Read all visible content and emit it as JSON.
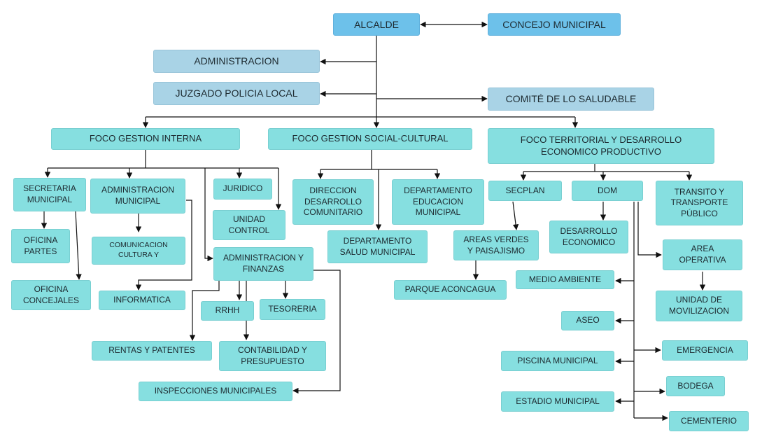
{
  "nodes": {
    "alcalde": "ALCALDE",
    "concejo": "CONCEJO MUNICIPAL",
    "administracion": "ADMINISTRACION",
    "juzgado": "JUZGADO POLICIA LOCAL",
    "comite": "COMITÉ DE LO SALUDABLE",
    "foco_interna": "FOCO GESTION  INTERNA",
    "foco_social": "FOCO GESTION  SOCIAL-CULTURAL",
    "foco_territorial": "FOCO TERRITORIAL Y DESARROLLO\nECONOMICO PRODUCTIVO",
    "secretaria": "SECRETARIA\nMUNICIPAL",
    "oficina_partes": "OFICINA\nPARTES",
    "oficina_concejales": "OFICINA\nCONCEJALES",
    "admin_municipal": "ADMINISTRACION\nMUNICIPAL",
    "comunicacion": "COMUNICACION\nCULTURA Y",
    "informatica": "INFORMATICA",
    "juridico": "JURIDICO",
    "unidad_control": "UNIDAD\nCONTROL",
    "admin_finanzas": "ADMINISTRACION Y\nFINANZAS",
    "rrhh": "RRHH",
    "tesoreria": "TESORERIA",
    "rentas": "RENTAS Y PATENTES",
    "contabilidad": "CONTABILIDAD Y\nPRESUPUESTO",
    "inspecciones": "INSPECCIONES MUNICIPALES",
    "dideco": "DIRECCION\nDESARROLLO\nCOMUNITARIO",
    "daem": "DEPARTAMENTO\nEDUCACION\nMUNICIPAL",
    "salud": "DEPARTAMENTO\nSALUD MUNICIPAL",
    "secplan": "SECPLAN",
    "dom": "DOM",
    "transito": "TRANSITO Y\nTRANSPORTE\nPÚBLICO",
    "areas_verdes": "AREAS VERDES\nY PAISAJISMO",
    "parque": "PARQUE ACONCAGUA",
    "desarrollo_eco": "DESARROLLO\nECONOMICO",
    "area_operativa": "AREA\nOPERATIVA",
    "medio_ambiente": "MEDIO AMBIENTE",
    "unidad_movilizacion": "UNIDAD  DE\nMOVILIZACION",
    "aseo": "ASEO",
    "emergencia": "EMERGENCIA",
    "piscina": "PISCINA MUNICIPAL",
    "bodega": "BODEGA",
    "estadio": "ESTADIO MUNICIPAL",
    "cementerio": "CEMENTERIO"
  },
  "colors": {
    "teal_box": "#86dfe0",
    "blue_box": "#6dc1ea",
    "light_blue_box": "#a9d3e6",
    "connector": "#111111"
  }
}
